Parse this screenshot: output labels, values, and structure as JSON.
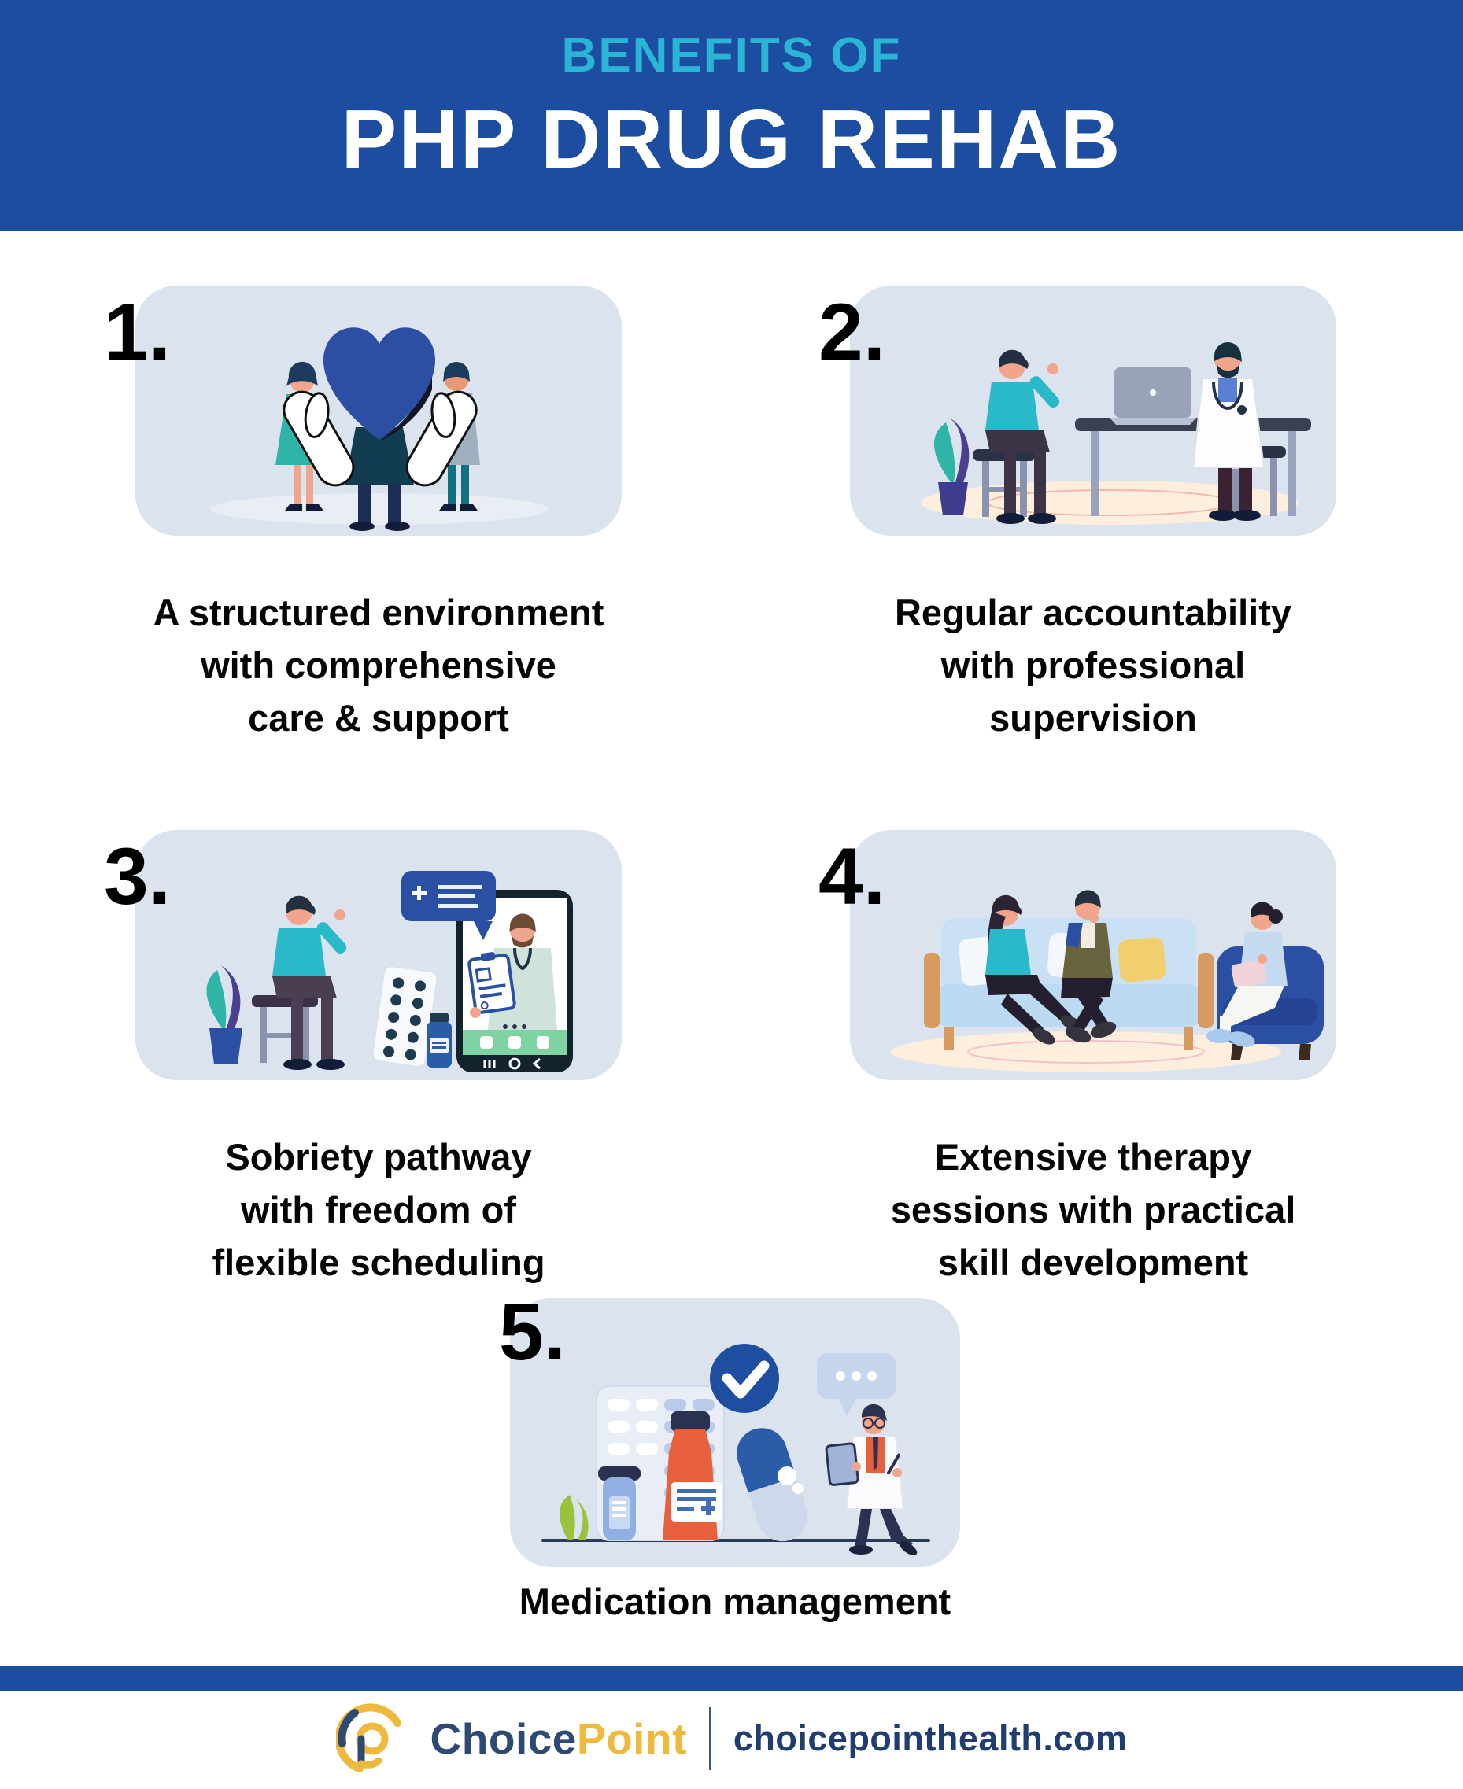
{
  "header": {
    "kicker": "BENEFITS OF",
    "title": "PHP DRUG REHAB"
  },
  "benefits": [
    {
      "number": "1.",
      "caption": [
        "A structured environment",
        "with comprehensive",
        "care & support"
      ],
      "illustration": "people-holding-heart-illustration"
    },
    {
      "number": "2.",
      "caption": [
        "Regular accountability",
        "with professional",
        "supervision"
      ],
      "illustration": "doctor-patient-consultation-illustration"
    },
    {
      "number": "3.",
      "caption": [
        "Sobriety pathway",
        "with freedom of",
        "flexible scheduling"
      ],
      "illustration": "telehealth-doctor-phone-illustration"
    },
    {
      "number": "4.",
      "caption": [
        "Extensive therapy",
        "sessions with practical",
        "skill development"
      ],
      "illustration": "group-therapy-session-illustration"
    },
    {
      "number": "5.",
      "caption": [
        "Medication management"
      ],
      "illustration": "medication-management-illustration"
    }
  ],
  "footer": {
    "brand_first": "Choice",
    "brand_second": "Point",
    "website": "choicepointhealth.com",
    "logo": "choicepoint-logo"
  },
  "colors": {
    "header_blue": "#1D4DA1",
    "kicker_cyan": "#2AB5D6",
    "card_background": "#DBE3EE",
    "heart_blue": "#2D4FA3",
    "teal_accent": "#2AB9C9",
    "brand_navy": "#2E4A73",
    "brand_gold": "#EEB93D",
    "text_black": "#050505"
  }
}
